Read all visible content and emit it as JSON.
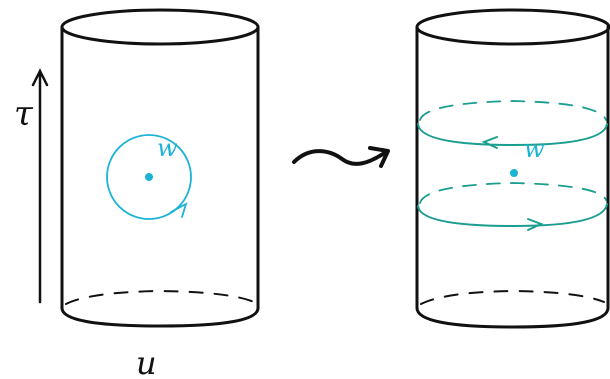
{
  "labels": {
    "time_axis": "τ",
    "space_axis": "u",
    "winding_left": "w",
    "winding_right": "w"
  },
  "colors": {
    "ink": "#111111",
    "cyan": "#1bb3d6",
    "teal": "#1a9e8f"
  }
}
